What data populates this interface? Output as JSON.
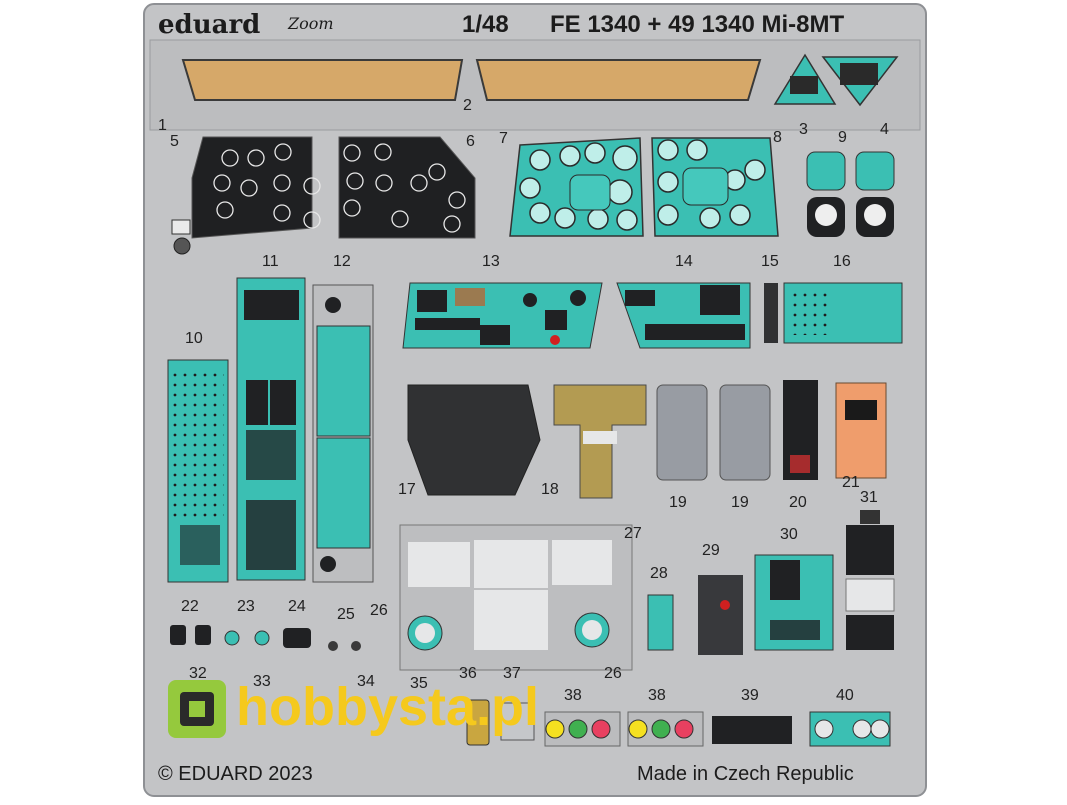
{
  "header": {
    "brand": "eduard",
    "zoom_logo": "Zoom",
    "scale": "1/48",
    "product": "FE 1340 + 49 1340 Mi-8MT"
  },
  "footer": {
    "copyright": "© EDUARD 2023",
    "origin": "Made in Czech Republic"
  },
  "watermark": "hobbysta.pl",
  "part_numbers": [
    "1",
    "2",
    "3",
    "4",
    "5",
    "6",
    "7",
    "8",
    "9",
    "10",
    "11",
    "12",
    "13",
    "14",
    "15",
    "16",
    "17",
    "18",
    "19",
    "19",
    "20",
    "21",
    "22",
    "23",
    "24",
    "25",
    "26",
    "26",
    "27",
    "28",
    "29",
    "30",
    "31",
    "32",
    "33",
    "34",
    "35",
    "36",
    "37",
    "38",
    "38",
    "39",
    "40"
  ],
  "colors": {
    "fret": "#c3c4c6",
    "fret_edge": "#8e9094",
    "background": "#ffffff",
    "panel_black": "#202123",
    "panel_teal": "#3bbfb3",
    "glass_tint": "#d6a869",
    "olive": "#b39b52",
    "grey_cushion": "#989ca3",
    "orange": "#ef9d6c",
    "light_grey": "#e6e7e8"
  }
}
